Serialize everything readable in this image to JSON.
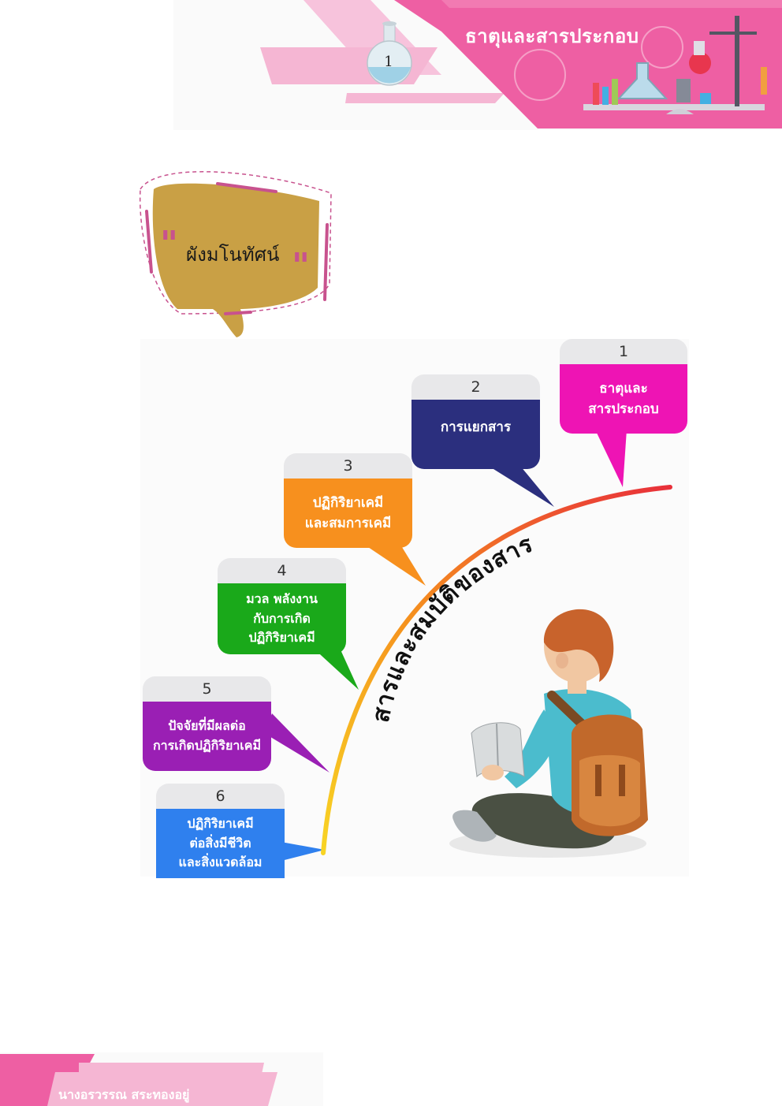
{
  "header": {
    "title": "ธาตุและสารประกอบ",
    "page_number": "1"
  },
  "concept_map": {
    "title": "ผังมโนทัศน์",
    "central_topic": "สารและสมบัติของสาร",
    "cards": [
      {
        "number": "1",
        "lines": [
          "ธาตุและ",
          "สารประกอบ"
        ],
        "color": "#ee14b4"
      },
      {
        "number": "2",
        "lines": [
          "การแยกสาร"
        ],
        "color": "#2b2f7e"
      },
      {
        "number": "3",
        "lines": [
          "ปฏิกิริยาเคมี",
          "และสมการเคมี"
        ],
        "color": "#f7901e"
      },
      {
        "number": "4",
        "lines": [
          "มวล พลังงาน",
          "กับการเกิด",
          "ปฏิกิริยาเคมี"
        ],
        "color": "#1aa91a"
      },
      {
        "number": "5",
        "lines": [
          "ปัจจัยที่มีผลต่อ",
          "การเกิดปฏิกิริยาเคมี"
        ],
        "color": "#9a1fb4"
      },
      {
        "number": "6",
        "lines": [
          "ปฏิกิริยาเคมี",
          "ต่อสิ่งมีชีวิต",
          "และสิ่งแวดล้อม"
        ],
        "color": "#2f80ee"
      }
    ]
  },
  "footer": {
    "author": "นางอรวรรณ  สระทองอยู่"
  },
  "colors": {
    "brand_pink": "#ee5fa3",
    "light_pink": "#f5b6d3",
    "bubble_gold": "#c9a045",
    "arc_start": "#f8d424",
    "arc_end": "#e8303a"
  }
}
